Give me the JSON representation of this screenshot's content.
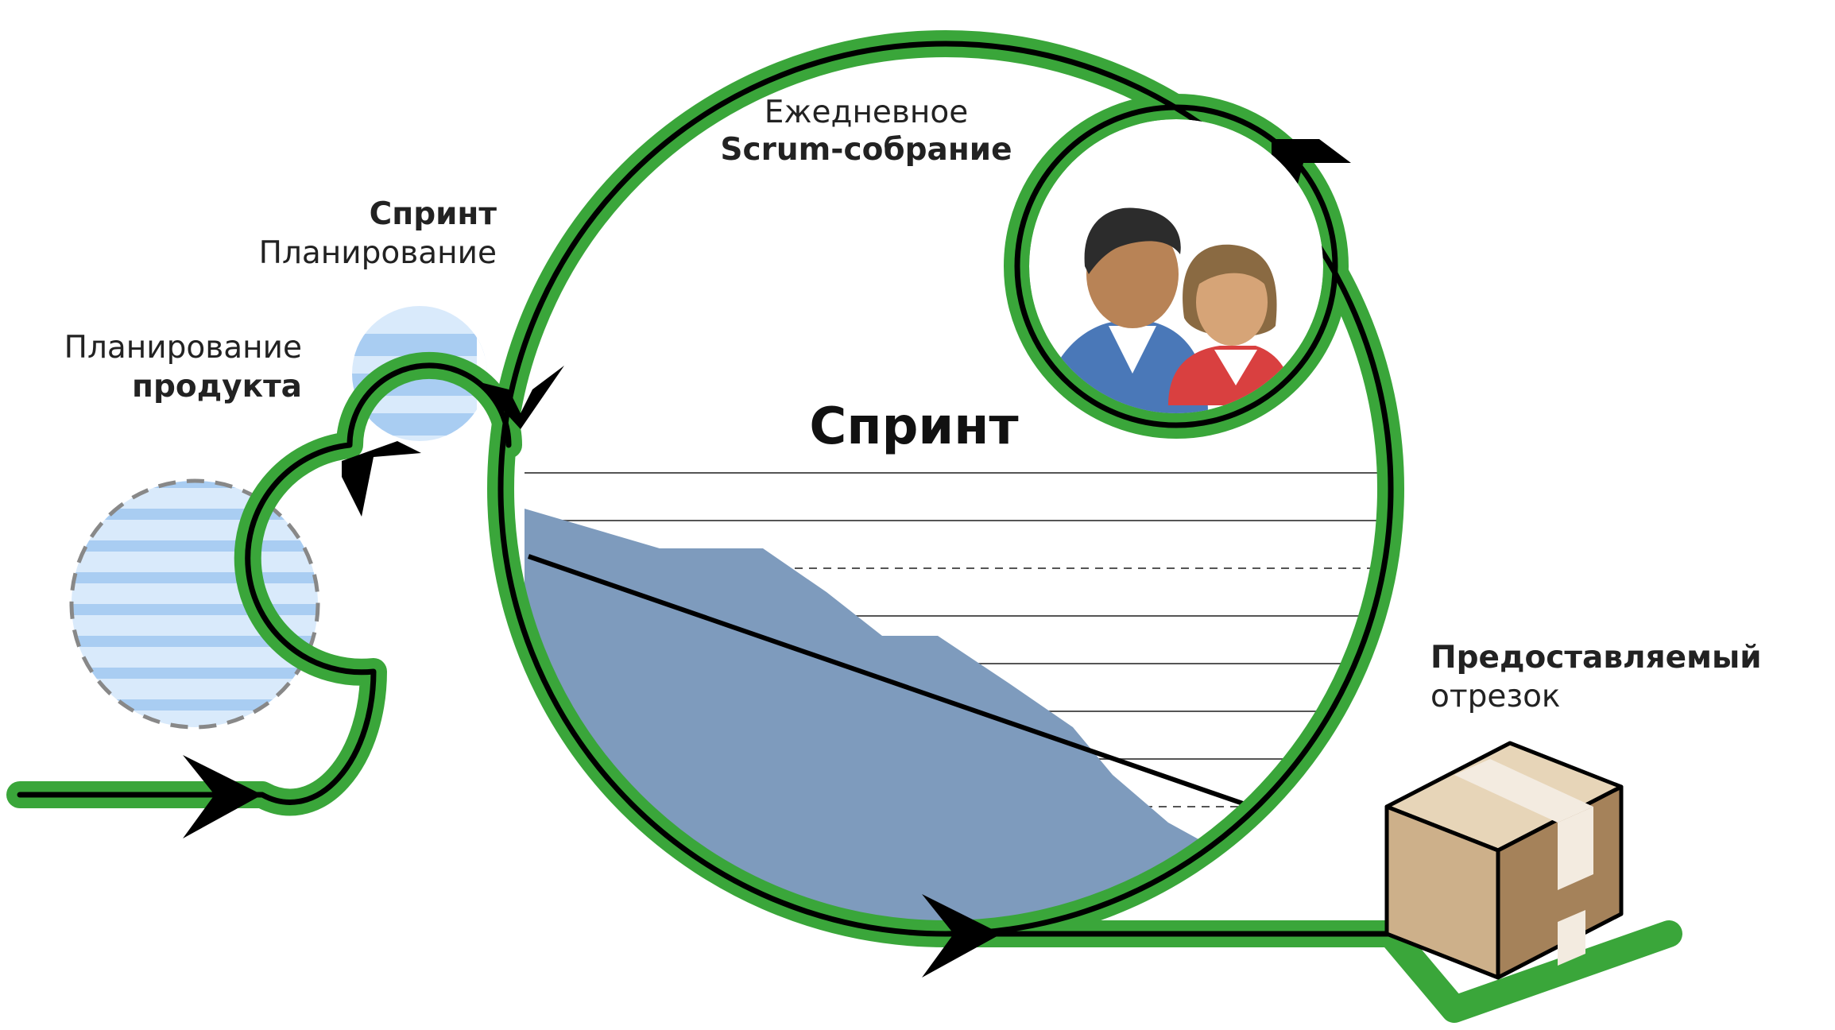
{
  "labels": {
    "product_planning_line1": "Планирование",
    "product_planning_line2": "продукта",
    "sprint_planning_line1": "Спринт",
    "sprint_planning_line2": "Планирование",
    "daily_scrum_line1": "Ежедневное",
    "daily_scrum_line2": "Scrum-собрание",
    "sprint_title": "Спринт",
    "deliverable_line1": "Предоставляемый",
    "deliverable_line2": "отрезок"
  },
  "colors": {
    "track_green": "#3aa63a",
    "track_black": "#000000",
    "backlog_stripe": "#a9cdf2",
    "backlog_stripe_light": "#d9eafb",
    "burndown_fill": "#7e9bbd",
    "box_light": "#e7d5b8",
    "box_mid": "#c9ab82",
    "box_dark": "#a5825a"
  },
  "icons": {
    "people": "two-people-icon",
    "box": "package-box-icon",
    "arrows": "chevron-arrow-icon"
  }
}
